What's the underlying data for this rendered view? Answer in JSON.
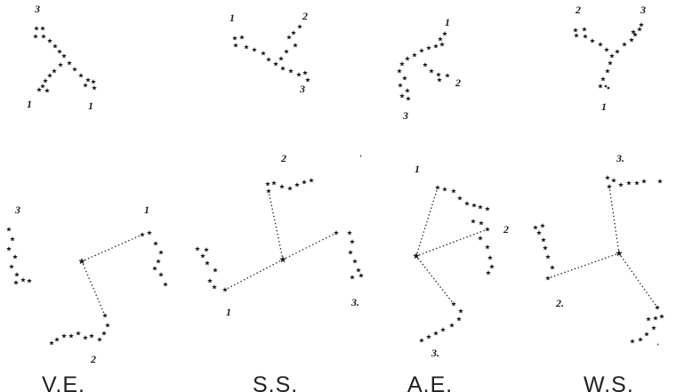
{
  "top_row": [
    {
      "labels": [
        "3",
        "1",
        "1"
      ]
    },
    {
      "labels": [
        "1",
        "2",
        "3"
      ]
    },
    {
      "labels": [
        "1",
        "2",
        "3"
      ]
    },
    {
      "labels": [
        "2",
        "3",
        "1"
      ]
    }
  ],
  "bottom_row": [
    {
      "season": "V.E.",
      "labels": [
        "3",
        "1",
        "2"
      ]
    },
    {
      "season": "S.S.",
      "labels": [
        "2",
        "3.",
        "1"
      ]
    },
    {
      "season": "A.E.",
      "labels": [
        "1",
        "2",
        "3."
      ]
    },
    {
      "season": "W.S.",
      "labels": [
        "3.",
        "2."
      ]
    }
  ],
  "star_color": "#1a1a1a",
  "background_color": "#ffffff"
}
